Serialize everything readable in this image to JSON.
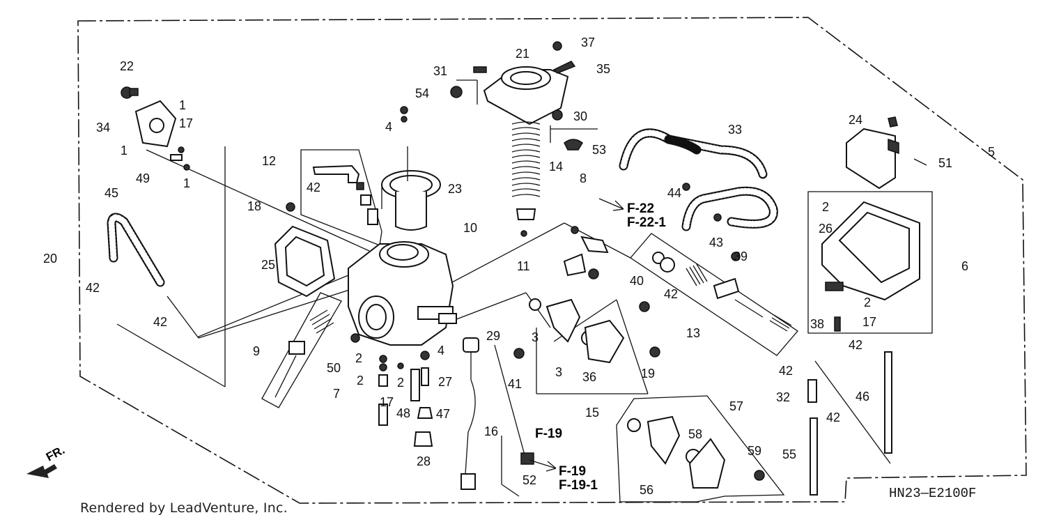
{
  "diagram": {
    "diagram_code": "HN23—E2100F",
    "footer": "Rendered by LeadVenture, Inc.",
    "direction_label": "FR.",
    "part_labels": [
      "1",
      "2",
      "3",
      "4",
      "5",
      "6",
      "7",
      "8",
      "9",
      "10",
      "11",
      "12",
      "13",
      "14",
      "15",
      "16",
      "17",
      "18",
      "19",
      "20",
      "21",
      "22",
      "23",
      "24",
      "25",
      "26",
      "27",
      "28",
      "29",
      "30",
      "31",
      "32",
      "33",
      "34",
      "35",
      "36",
      "37",
      "38",
      "39",
      "40",
      "41",
      "42",
      "43",
      "44",
      "45",
      "46",
      "47",
      "48",
      "49",
      "50",
      "51",
      "52",
      "53",
      "54",
      "55",
      "56",
      "57",
      "58",
      "59"
    ],
    "references": [
      "F-22",
      "F-22-1",
      "F-19",
      "F-19",
      "F-19-1"
    ]
  }
}
